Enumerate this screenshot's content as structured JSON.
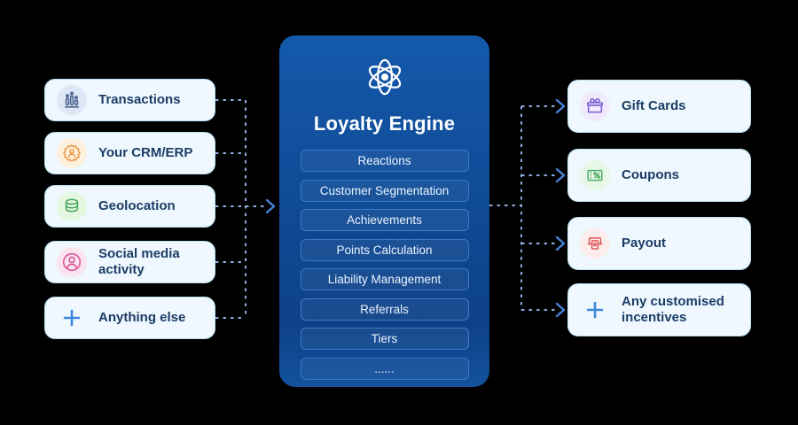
{
  "diagram_title": "Loyalty Engine",
  "inputs": {
    "items": [
      {
        "label": "Transactions",
        "icon": "bar-chart-icon",
        "accent": "#47618e",
        "circle_bg": "#dde7f6"
      },
      {
        "label": "Your CRM/ERP",
        "icon": "crm-badge-icon",
        "accent": "#e8923f",
        "circle_bg": "#fdf0dc"
      },
      {
        "label": "Geolocation",
        "icon": "database-icon",
        "accent": "#3fa457",
        "circle_bg": "#e4f7e0"
      },
      {
        "label": "Social media activity",
        "icon": "person-circle-icon",
        "accent": "#d9569b",
        "circle_bg": "#fbe3ef"
      },
      {
        "label": "Anything else",
        "icon": "plus-icon",
        "accent": "#3c87dd",
        "circle_bg": "transparent"
      }
    ]
  },
  "engine": {
    "title": "Loyalty Engine",
    "icon": "atom-icon",
    "features": [
      "Reactions",
      "Customer Segmentation",
      "Achievements",
      "Points Calculation",
      "Liability Management",
      "Referrals",
      "Tiers",
      "......"
    ]
  },
  "outputs": {
    "items": [
      {
        "label": "Gift Cards",
        "icon": "gift-icon",
        "accent": "#7a5cd0",
        "circle_bg": "#f0ebfc"
      },
      {
        "label": "Coupons",
        "icon": "coupon-icon",
        "accent": "#43a85c",
        "circle_bg": "#e7f8e9"
      },
      {
        "label": "Payout",
        "icon": "payout-icon",
        "accent": "#dd5454",
        "circle_bg": "#fdecec"
      },
      {
        "label": "Any customised incentives",
        "icon": "plus-icon",
        "accent": "#3c87dd",
        "circle_bg": "transparent"
      }
    ]
  },
  "palette": {
    "background": "#000000",
    "card_bg": "#eef8fe",
    "card_border": "#b9e2f4",
    "card_text": "#1c3c66",
    "engine_bg_top": "#1459ab",
    "engine_bg_bottom": "#0d4187",
    "engine_item_border": "#3d79c7",
    "engine_text": "#ffffff",
    "connector_dash": "#8fa9e0",
    "connector_arrow": "#4a82d8"
  }
}
